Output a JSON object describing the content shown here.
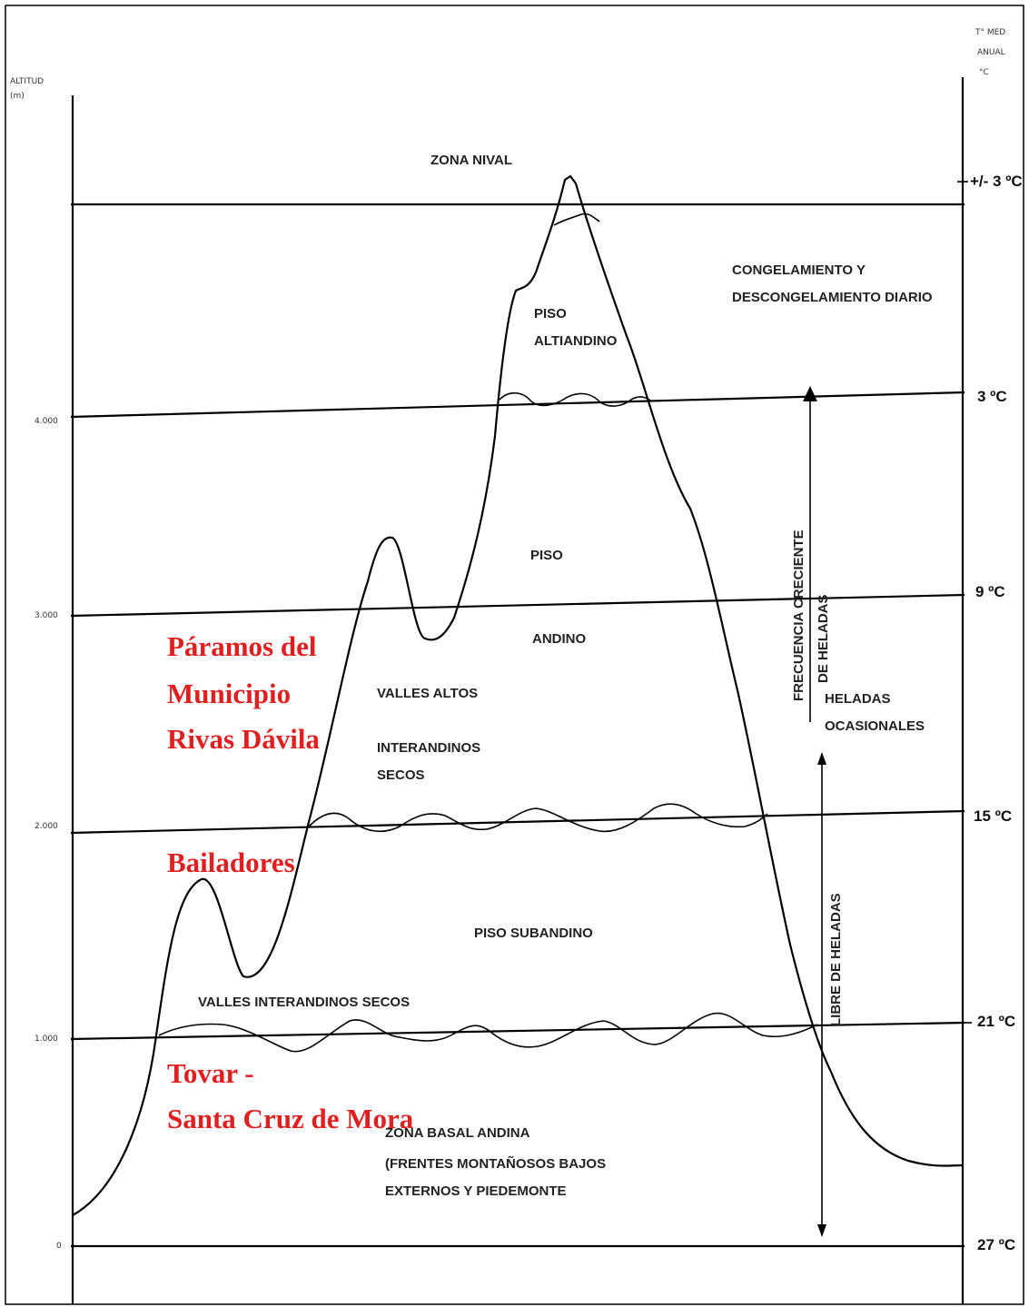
{
  "left_axis": {
    "title_line1": "ALTITUD",
    "title_line2": "(m)",
    "ticks": [
      "4.000",
      "3.000",
      "2.000",
      "1.000",
      "0"
    ]
  },
  "right_axis": {
    "title_line1": "T° MED",
    "title_line2": "ANUAL",
    "title_line3": "°C",
    "temps": [
      "+/- 3 ºC",
      "3 ºC",
      "9 ºC",
      "15 ºC",
      "21 ºC",
      "27 ºC"
    ]
  },
  "zones": {
    "nival": "ZONA NIVAL",
    "freeze_line1": "CONGELAMIENTO Y",
    "freeze_line2": "DESCONGELAMIENTO DIARIO",
    "altiandino_line1": "PISO",
    "altiandino_line2": "ALTIANDINO",
    "andino_line1": "PISO",
    "andino_line2": "ANDINO",
    "valles_altos_line1": "VALLES ALTOS",
    "valles_altos_line2": "INTERANDINOS",
    "valles_altos_line3": "SECOS",
    "subandino": "PISO SUBANDINO",
    "valles_secos": "VALLES INTERANDINOS SECOS",
    "basal_line1": "ZONA BASAL ANDINA",
    "basal_line2": "(FRENTES MONTAÑOSOS BAJOS",
    "basal_line3": "EXTERNOS Y PIEDEMONTE",
    "heladas_line1": "HELADAS",
    "heladas_line2": "OCASIONALES",
    "frecuencia_line1": "FRECUENCIA CRECIENTE",
    "frecuencia_line2": "DE HELADAS",
    "libre": "LIBRE DE HELADAS"
  },
  "places": {
    "paramos_line1": "Páramos del",
    "paramos_line2": "Municipio",
    "paramos_line3": "Rivas Dávila",
    "bailadores": "Bailadores",
    "tovar_line1": "Tovar -",
    "tovar_line2": "Santa Cruz de Mora"
  },
  "colors": {
    "place_red": "#e02020",
    "ink": "#000000"
  }
}
